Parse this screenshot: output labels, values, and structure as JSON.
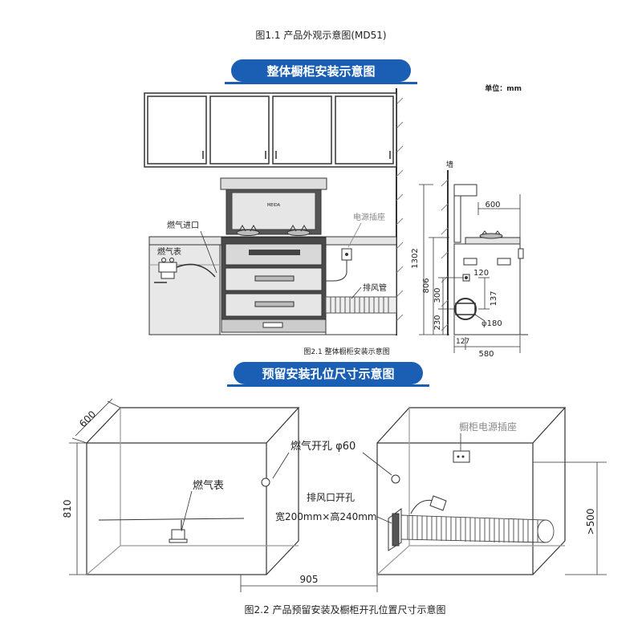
{
  "figure_top_caption": "图1.1  产品外观示意图(MD51)",
  "section1": {
    "banner": "整体橱柜安装示意图",
    "unit": "单位：mm",
    "wall_label": "墙",
    "labels": {
      "gas_inlet": "燃气进口",
      "gas_meter": "燃气表",
      "power_socket": "电源插座",
      "exhaust_pipe": "排风管"
    },
    "side_dims": {
      "height_total": "1302",
      "height_806": "806",
      "height_300": "300",
      "height_230": "230",
      "depth_600": "600",
      "hole_120": "120",
      "hole_137": "137",
      "diameter_180": "φ180",
      "offset_127": "127",
      "depth_580": "580"
    },
    "caption": "图2.1  整体橱柜安装示意图"
  },
  "section2": {
    "banner": "预留安装孔位尺寸示意图",
    "dims": {
      "depth": "600",
      "height": "810",
      "width": "905",
      "min_height": ">500"
    },
    "labels": {
      "gas_hole": "燃气开孔 φ60",
      "gas_meter": "燃气表",
      "exhaust_hole": "排风口开孔",
      "exhaust_size": "宽200mm×高240mm",
      "cabinet_socket": "橱柜电源插座"
    },
    "caption": "图2.2  产品预留安装及橱柜开孔位置尺寸示意图"
  },
  "colors": {
    "banner": "#1a5fb4",
    "line": "#333333",
    "light": "#888888"
  }
}
